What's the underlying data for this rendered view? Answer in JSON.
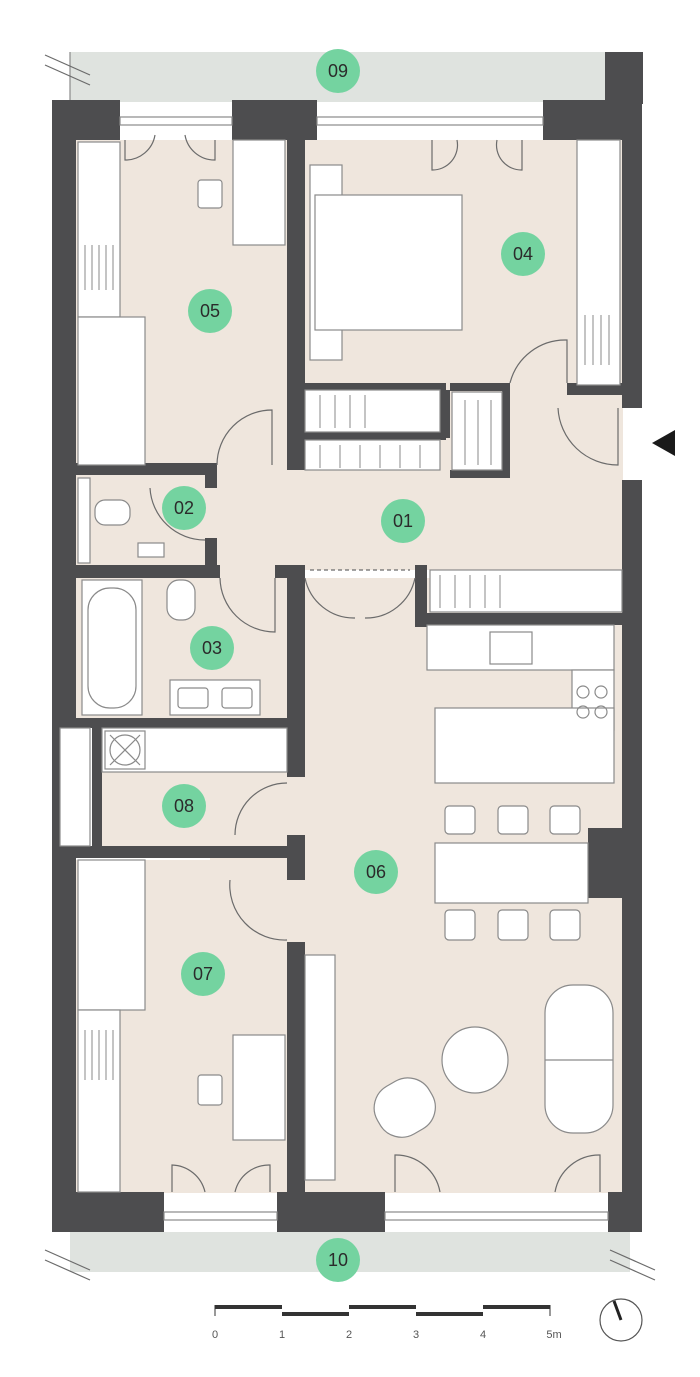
{
  "rooms": [
    {
      "id": "r01",
      "label": "01"
    },
    {
      "id": "r02",
      "label": "02"
    },
    {
      "id": "r03",
      "label": "03"
    },
    {
      "id": "r04",
      "label": "04"
    },
    {
      "id": "r05",
      "label": "05"
    },
    {
      "id": "r06",
      "label": "06"
    },
    {
      "id": "r07",
      "label": "07"
    },
    {
      "id": "r08",
      "label": "08"
    },
    {
      "id": "r09",
      "label": "09"
    },
    {
      "id": "r10",
      "label": "10"
    }
  ],
  "scale": {
    "ticks": [
      "0",
      "1",
      "2",
      "3",
      "4",
      "5m"
    ]
  },
  "colors": {
    "badge": "#74d3a0",
    "wall": "#4d4d4f",
    "floor": "#efe6dd",
    "balcony": "#dfe3df"
  },
  "icons": [
    "north-arrow-icon",
    "entrance-arrow-icon"
  ]
}
